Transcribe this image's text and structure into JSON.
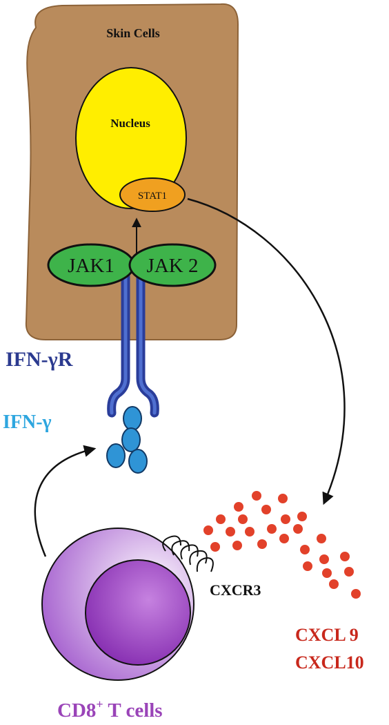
{
  "labels": {
    "skin_cells": "Skin Cells",
    "nucleus": "Nucleus",
    "stat1": "STAT1",
    "jak1": "JAK1",
    "jak2": "JAK 2",
    "ifn_gamma_r": "IFN-γR",
    "ifn_gamma": "IFN-γ",
    "cxcr3": "CXCR3",
    "cxcl9": "CXCL 9",
    "cxcl10": "CXCL10",
    "cd8_main": "CD8",
    "cd8_sup": "+",
    "cd8_rest": " T cells"
  },
  "colors": {
    "skin_cell_fill": "#b98b5c",
    "skin_cell_stroke": "#7a5530",
    "nucleus_fill": "#ffee00",
    "stat1_fill": "#f0a020",
    "jak_fill": "#3eb34a",
    "receptor_dark": "#2a3d9a",
    "receptor_light": "#3f5fc8",
    "ifn_gamma_fill": "#2f94d6",
    "chemokine_fill": "#e2412a",
    "cd8_outer": "#b277d4",
    "cd8_inner": "#8a2fb2",
    "ifn_gamma_r_text": "#2b3a8f",
    "ifn_gamma_text": "#2ea6df",
    "cxcl_text": "#c8281c",
    "cd8_text": "#9a44b8",
    "text_dark": "#111111"
  }
}
